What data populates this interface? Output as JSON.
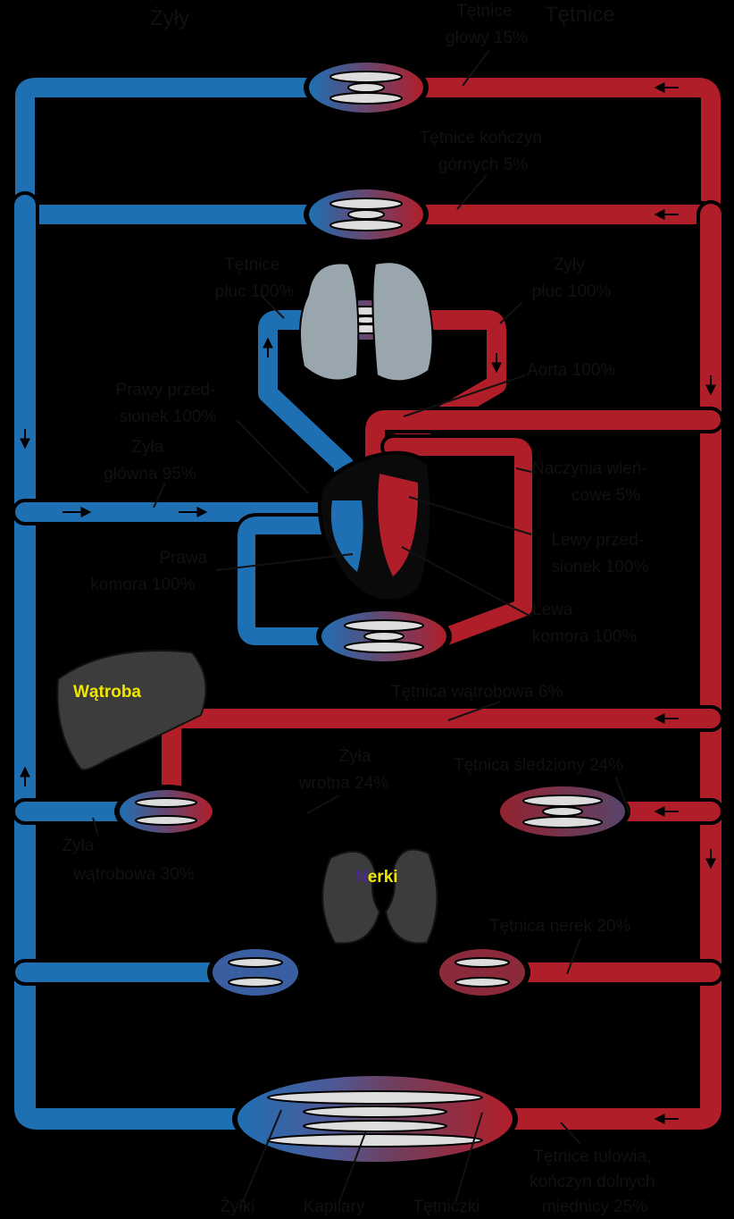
{
  "headers": {
    "veins": "Żyły",
    "arteries": "Tętnice"
  },
  "labels": {
    "head": [
      "Tętnice",
      "głowy 15%"
    ],
    "upper_limbs": [
      "Tętnice kończyn",
      "górnych 5%"
    ],
    "pulmonary_artery": [
      "Tętnice",
      "płuc 100%"
    ],
    "pulmonary_veins": [
      "Żyły",
      "płuc 100%"
    ],
    "aorta": [
      "Aorta 100%"
    ],
    "right_atrium": [
      "Prawy przed-",
      "sionek 100%"
    ],
    "vena_cava": [
      "Żyła",
      "główna 95%"
    ],
    "coronary": [
      "Naczynia wień-",
      "cowe 5%"
    ],
    "left_atrium": [
      "Lewy przed-",
      "sionek 100%"
    ],
    "right_ventricle": [
      "Prawa",
      "komora 100%"
    ],
    "left_ventricle": [
      "Lewa",
      "komora 100%"
    ],
    "hepatic_artery": [
      "Tętnica wątrobowa 6%"
    ],
    "portal_vein": [
      "Żyła",
      "wrotna 24%"
    ],
    "splenic_artery": [
      "Tętnica śledziony 24%"
    ],
    "hepatic_vein": [
      "Żyła",
      "wątrobowa 30%"
    ],
    "renal_artery": [
      "Tętnica nerek 20%"
    ],
    "trunk": [
      "Tętnice tułowia,",
      "kończyn dolnych",
      "miednicy 25%"
    ],
    "venules": [
      "Żyłki"
    ],
    "capillaries": [
      "Kapilary"
    ],
    "arterioles": [
      "Tętniczki"
    ]
  },
  "organs": {
    "liver": "Wątroba",
    "kidneys_n": "N",
    "kidneys_rest": "erki"
  },
  "colors": {
    "vein": "#1f6fb3",
    "artery": "#b01e2a",
    "capillary": "#6e4060",
    "background": "#000000",
    "organ_gray": "#9aa6ad",
    "liver": "#3c3c3c"
  }
}
